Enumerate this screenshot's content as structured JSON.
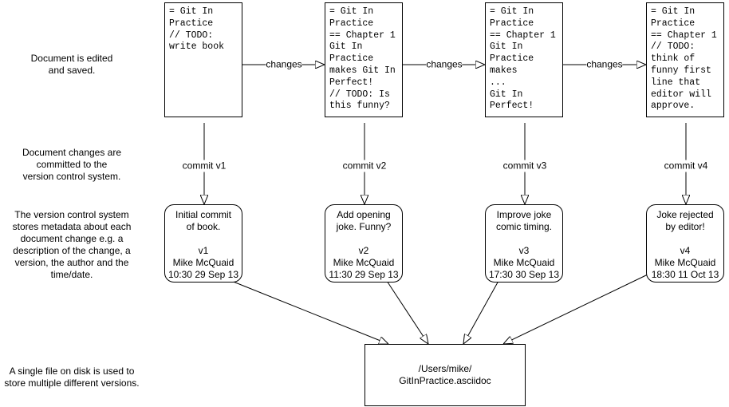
{
  "descriptions": {
    "edited": [
      "Document is edited",
      "and saved."
    ],
    "committed": [
      "Document changes are",
      "committed to the",
      "version control system."
    ],
    "metadata": [
      "The version control system",
      "stores metadata about each",
      "document change e.g. a",
      "description of the change, a",
      "version, the author and the",
      "time/date."
    ],
    "single_file": [
      "A single file on disk is used to",
      "store multiple different versions."
    ]
  },
  "documents": [
    {
      "lines": [
        "= Git In",
        "Practice",
        "// TODO:",
        "write book"
      ]
    },
    {
      "lines": [
        "= Git In",
        "Practice",
        "== Chapter 1",
        "Git In",
        "Practice",
        "makes Git In",
        "Perfect!",
        "// TODO: Is",
        "this funny?"
      ]
    },
    {
      "lines": [
        "= Git In",
        "Practice",
        "== Chapter 1",
        "Git In",
        "Practice",
        "makes",
        "...",
        "Git In",
        "Perfect!"
      ]
    },
    {
      "lines": [
        "= Git In",
        "Practice",
        "== Chapter 1",
        "// TODO:",
        "think of",
        "funny first",
        "line that",
        "editor will",
        "approve."
      ]
    }
  ],
  "change_label": "changes",
  "commits": [
    {
      "label": "commit v1",
      "message": [
        "Initial commit",
        "of book."
      ],
      "version": "v1",
      "author": "Mike McQuaid",
      "date": "10:30 29 Sep 13"
    },
    {
      "label": "commit v2",
      "message": [
        "Add opening",
        "joke. Funny?"
      ],
      "version": "v2",
      "author": "Mike McQuaid",
      "date": "11:30 29 Sep 13"
    },
    {
      "label": "commit v3",
      "message": [
        "Improve joke",
        "comic timing."
      ],
      "version": "v3",
      "author": "Mike McQuaid",
      "date": "17:30 30 Sep 13"
    },
    {
      "label": "commit v4",
      "message": [
        "Joke rejected",
        "by editor!"
      ],
      "version": "v4",
      "author": "Mike McQuaid",
      "date": "18:30 11 Oct 13"
    }
  ],
  "file": {
    "path_line1": "/Users/mike/",
    "path_line2": "GitInPractice.asciidoc"
  }
}
